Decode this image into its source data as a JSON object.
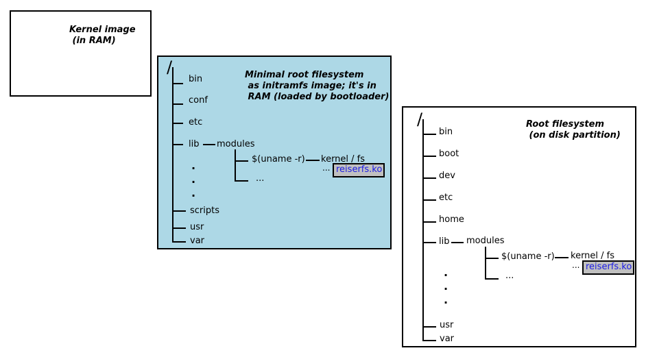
{
  "kernel": {
    "caption": "Kernel image\n (in RAM)"
  },
  "initramfs": {
    "caption": "Minimal root filesystem\n as initramfs image; it's in\n RAM (loaded by bootloader)",
    "root": "/",
    "items": [
      "bin",
      "conf",
      "etc",
      "lib",
      "scripts",
      "usr",
      "var"
    ],
    "modules": "modules",
    "uname": "$(uname -r)",
    "kernel_fs": "kernel / fs",
    "ellipsis": "...",
    "module_file": "reiserfs.ko"
  },
  "rootfs": {
    "caption": "Root filesystem\n (on disk partition)",
    "root": "/",
    "items": [
      "bin",
      "boot",
      "dev",
      "etc",
      "home",
      "lib",
      "usr",
      "var"
    ],
    "modules": "modules",
    "uname": "$(uname -r)",
    "kernel_fs": "kernel / fs",
    "ellipsis": "...",
    "module_file": "reiserfs.ko"
  },
  "colors": {
    "initramfs_bg": "#add8e6",
    "highlight_bg": "#c0c0c0",
    "highlight_text": "#1a1ae6"
  }
}
